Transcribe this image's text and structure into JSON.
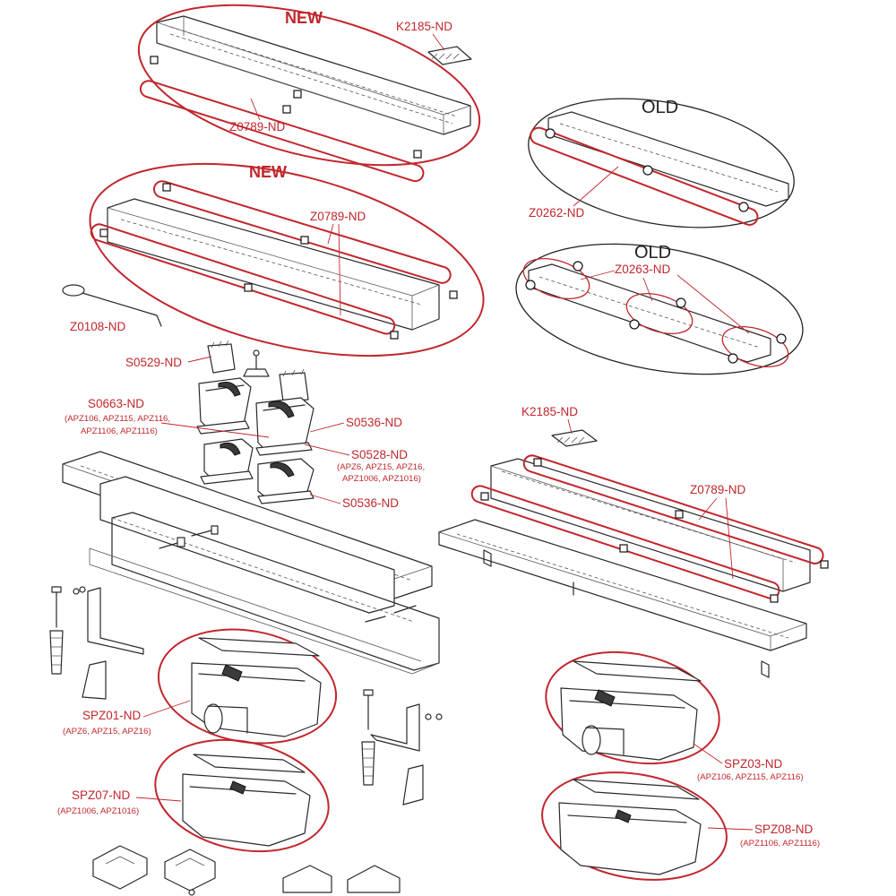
{
  "markers": {
    "new_top": "NEW",
    "new_mid": "NEW",
    "old_top": "OLD",
    "old_mid": "OLD"
  },
  "labels": {
    "k2185_top": "K2185-ND",
    "z0789_top": "Z0789-ND",
    "z0789_mid": "Z0789-ND",
    "z0262": "Z0262-ND",
    "z0263": "Z0263-ND",
    "z0108": "Z0108-ND",
    "s0529": "S0529-ND",
    "s0663": "S0663-ND",
    "s0663_sub1": "(APZ106, APZ115, APZ116,",
    "s0663_sub2": "APZ1106, APZ1116)",
    "s0536_a": "S0536-ND",
    "s0528": "S0528-ND",
    "s0528_sub1": "(APZ6, APZ15, APZ16,",
    "s0528_sub2": "APZ1006, APZ1016)",
    "s0536_b": "S0536-ND",
    "k2185_right": "K2185-ND",
    "z0789_right": "Z0789-ND",
    "spz01": "SPZ01-ND",
    "spz01_sub": "(APZ6, APZ15, APZ16)",
    "spz07": "SPZ07-ND",
    "spz07_sub": "(APZ1006, APZ1016)",
    "spz03": "SPZ03-ND",
    "spz03_sub": "(APZ106, APZ115, APZ116)",
    "spz08": "SPZ08-ND",
    "spz08_sub": "(APZ1106, APZ1116)"
  },
  "colors": {
    "accent_red": "#c1272d",
    "line": "#2a2a2a"
  }
}
